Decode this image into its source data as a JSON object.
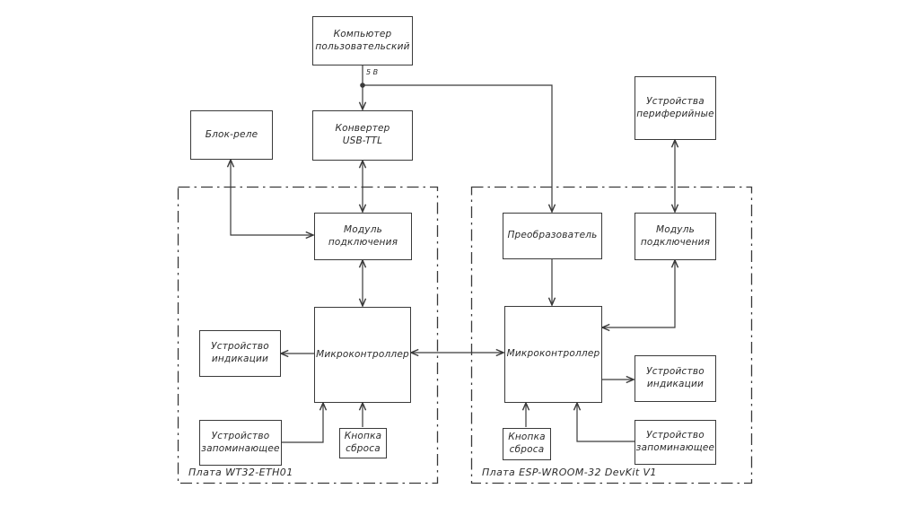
{
  "diagram": {
    "power_label": "5 В",
    "nodes": {
      "computer": {
        "label": "Компьютер\nпользовательский"
      },
      "relay": {
        "label": "Блок-реле"
      },
      "converter": {
        "label": "Конвертер\nUSB-TTL"
      },
      "peripherals": {
        "label": "Устройства\nпериферийные"
      },
      "left_module": {
        "label": "Модуль\nподключения"
      },
      "left_mcu": {
        "label": "Микроконтроллер"
      },
      "left_indicator": {
        "label": "Устройство\nиндикации"
      },
      "left_memory": {
        "label": "Устройство\nзапоминающее"
      },
      "left_reset": {
        "label": "Кнопка\nсброса"
      },
      "transformer": {
        "label": "Преобразователь"
      },
      "right_module": {
        "label": "Модуль\nподключения"
      },
      "right_mcu": {
        "label": "Микроконтроллер"
      },
      "right_indicator": {
        "label": "Устройство\nиндикации"
      },
      "right_memory": {
        "label": "Устройство\nзапоминающее"
      },
      "right_reset": {
        "label": "Кнопка\nсброса"
      }
    },
    "boards": {
      "left": {
        "label": "Плата WT32-ETH01"
      },
      "right": {
        "label": "Плата ESP-WROOM-32 DevKit V1"
      }
    },
    "colors": {
      "line": "#3a3a3a",
      "background": "#ffffff"
    }
  }
}
